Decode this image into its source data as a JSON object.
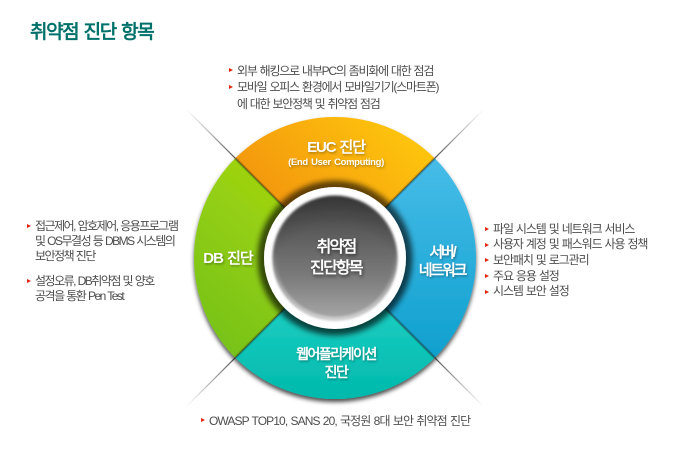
{
  "title": "취약점 진단 항목",
  "colors": {
    "title": "#00716A",
    "body_text": "#4D4D4D",
    "bullet_red": "#E3230D",
    "euc_from": "#F0880B",
    "euc_to": "#FFC90D",
    "server_from": "#47BCE8",
    "server_to": "#0FA0CE",
    "web_from": "#28D8CC",
    "web_to": "#00B9AC",
    "db_from": "#74C11B",
    "db_to": "#A9D80D",
    "center_top": "#414141",
    "center_bottom": "#A9A9A9"
  },
  "diagram": {
    "center_label": {
      "line1": "취약점",
      "line2": "진단항목"
    },
    "quadrant_top": {
      "label": "EUC 진단",
      "sublabel": "(End User Computing)"
    },
    "quadrant_right": {
      "line1": "서버/",
      "line2": "네트워크"
    },
    "quadrant_bottom": {
      "line1": "웹어플리케이션",
      "line2": "진단"
    },
    "quadrant_left": {
      "label": "DB 진단"
    }
  },
  "annotations": {
    "top": {
      "item1": "외부 해킹으로 내부PC의 좀비화에 대한 점검",
      "item2_line1": "모바일 오피스 환경에서 모바일기기(스마트폰)",
      "item2_line2": "에 대한 보안정책 및 취약점 점검"
    },
    "left": {
      "item1_line1": "접근제어, 암호제어, 응용프로그램",
      "item1_line2": "및 OS무결성 등 DBMS 시스템의",
      "item1_line3": "보안정책 진단",
      "item2_line1": "설정오류, DB취약점 및 양호",
      "item2_line2": "공격을 통환 Pen Test"
    },
    "right": {
      "item1": "파일 시스템 및 네트워크 서비스",
      "item2": "사용자 계정 및 패스워드 사용 정책",
      "item3": "보안패치 및 로그관리",
      "item4": "주요 응용 설정",
      "item5": "시스템 보안 설정"
    },
    "bottom": {
      "item1": "OWASP TOP10, SANS 20, 국정원 8대 보안 취약점 진단"
    }
  }
}
